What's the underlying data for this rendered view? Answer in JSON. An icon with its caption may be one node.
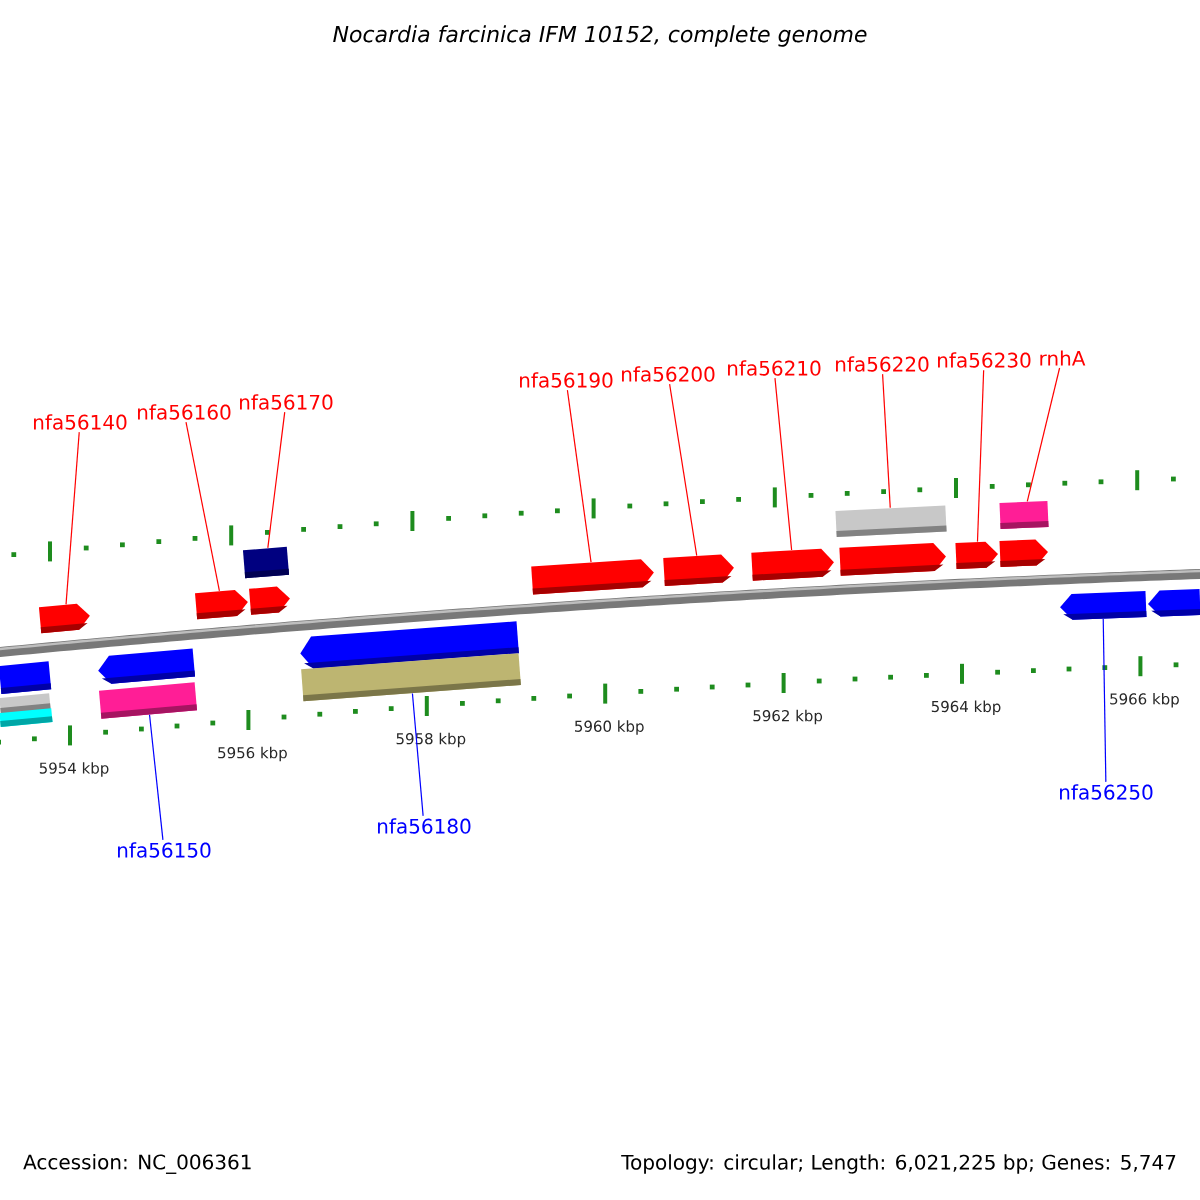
{
  "diagram": {
    "title": "Nocardia farcinica IFM 10152, complete genome",
    "nodes": [
      {
        "text": [
          "nfa56140"
        ]
      },
      {
        "text": [
          "nfa56160"
        ]
      },
      {
        "text": [
          "nfa56170"
        ]
      },
      {
        "text": [
          "nfa56190"
        ]
      },
      {
        "text": [
          "nfa56200"
        ]
      },
      {
        "text": [
          "nfa56210"
        ]
      },
      {
        "text": [
          "nfa56220"
        ]
      },
      {
        "text": [
          "nfa56230"
        ]
      },
      {
        "text": [
          "rnhA"
        ]
      },
      {
        "text": [],
        "shape": "box"
      },
      {
        "text": [],
        "shape": "box"
      },
      {
        "text": [],
        "shape": "box"
      },
      {
        "text": [],
        "shape": "bar"
      },
      {
        "text": [],
        "shape": "bar"
      },
      {
        "text": [],
        "shape": "bar"
      },
      {
        "text": [],
        "shape": "bar"
      },
      {
        "text": [],
        "shape": "bar"
      },
      {
        "text": [],
        "shape": "bar"
      },
      {
        "text": [],
        "shape": "bar"
      },
      {
        "text": [],
        "shape": "bar"
      },
      {
        "text": [],
        "shape": "bar"
      },
      {
        "text": [],
        "shape": "box"
      },
      {
        "text": [],
        "shape": "bar"
      },
      {
        "text": [],
        "shape": "bar"
      },
      {
        "text": [],
        "shape": "bar"
      },
      {
        "text": [],
        "shape": "bar"
      },
      {
        "text": [],
        "shape": "box"
      },
      {
        "text": [],
        "shape": "box"
      },
      {
        "text": [],
        "shape": "box"
      },
      {
        "text": [],
        "shape": "box"
      },
      {
        "text": [
          "nfa56150"
        ]
      },
      {
        "text": [
          "nfa56180"
        ]
      },
      {
        "text": [
          "nfa56250"
        ]
      }
    ],
    "edges": [
      {
        "from": 0,
        "to": 12,
        "arrow": "none"
      },
      {
        "from": 1,
        "to": 13,
        "arrow": "none"
      },
      {
        "from": 2,
        "to": 9,
        "arrow": "none"
      },
      {
        "from": 3,
        "to": 15,
        "arrow": "none"
      },
      {
        "from": 4,
        "to": 16,
        "arrow": "none"
      },
      {
        "from": 5,
        "to": 17,
        "arrow": "none"
      },
      {
        "from": 6,
        "to": 10,
        "arrow": "none"
      },
      {
        "from": 7,
        "to": 19,
        "arrow": "none"
      },
      {
        "from": 8,
        "to": 11,
        "arrow": "none"
      },
      {
        "from": 30,
        "to": 28,
        "arrow": "none",
        "color": "#0000ff"
      },
      {
        "from": 31,
        "to": 29,
        "arrow": "none",
        "color": "#0000ff"
      },
      {
        "from": 32,
        "to": 24,
        "arrow": "none",
        "color": "#0000ff"
      }
    ],
    "labels": [
      "5954 kbp",
      "5956 kbp",
      "5958 kbp",
      "5960 kbp",
      "5962 kbp",
      "5964 kbp",
      "5966 kbp",
      "Accession: NC_006361",
      "Topology: circular; Length: 6,021,225 bp; Genes: 5,747"
    ]
  }
}
